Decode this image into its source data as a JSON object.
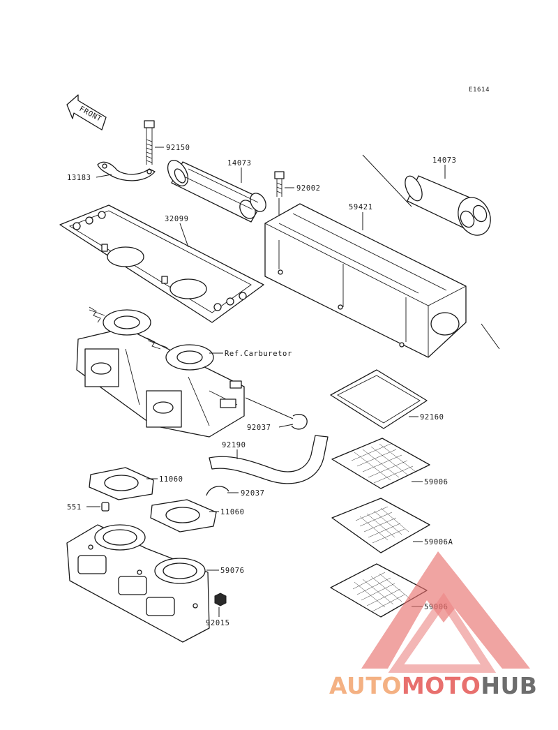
{
  "diagram_code": "E1614",
  "front_label": "FRONT",
  "ref_label": "Ref.Carburetor",
  "parts": {
    "p92150": "92150",
    "p13183": "13183",
    "p14073a": "14073",
    "p14073b": "14073",
    "p92002": "92002",
    "p59421": "59421",
    "p32099": "32099",
    "p92160": "92160",
    "p92037a": "92037",
    "p92190": "92190",
    "p59006a": "59006",
    "p11060a": "11060",
    "p92037b": "92037",
    "p551": "551",
    "p11060b": "11060",
    "p59006A": "59006A",
    "p59076": "59076",
    "p59006b": "59006",
    "p92015": "92015"
  },
  "watermark": {
    "part1": "AUTO",
    "part2": "MOTO",
    "part3": "HUB",
    "color_orange": "#f4b183",
    "color_red": "#e8706e",
    "color_grey": "#6d6d6d"
  }
}
